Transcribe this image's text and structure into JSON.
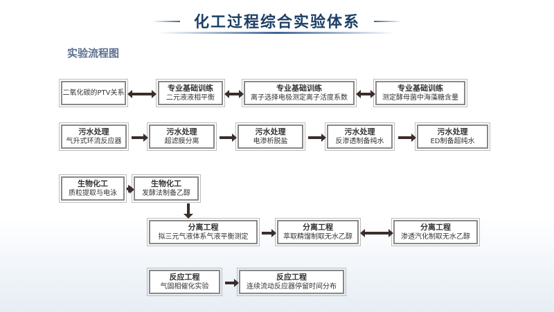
{
  "title": "化工过程综合实验体系",
  "subtitle": "实验流程图",
  "boxes": [
    {
      "heading": "",
      "text": "二氧化碳的PTV关系"
    },
    {
      "heading": "专业基础训练",
      "text": "二元液液相平衡"
    },
    {
      "heading": "专业基础训练",
      "text": "离子选择电极测定离子活度系数"
    },
    {
      "heading": "专业基础训练",
      "text": "测定酵母菌中海藻糖含量"
    },
    {
      "heading": "污水处理",
      "text": "气升式环流反应器"
    },
    {
      "heading": "污水处理",
      "text": "超滤膜分离"
    },
    {
      "heading": "污水处理",
      "text": "电渗析脱盐"
    },
    {
      "heading": "污水处理",
      "text": "反渗透制备纯水"
    },
    {
      "heading": "污水处理",
      "text": "ED制备超纯水"
    },
    {
      "heading": "生物化工",
      "text": "质粒提取与电泳"
    },
    {
      "heading": "生物化工",
      "text": "发酵法制备乙醇"
    },
    {
      "heading": "分离工程",
      "text": "拟三元气液体系气液平衡测定"
    },
    {
      "heading": "分离工程",
      "text": "萃取精馏制取无水乙醇"
    },
    {
      "heading": "分离工程",
      "text": "渗透汽化制取无水乙醇"
    },
    {
      "heading": "反应工程",
      "text": "气固相催化实验"
    },
    {
      "heading": "反应工程",
      "text": "连续流动反应器停留时间分布"
    }
  ]
}
